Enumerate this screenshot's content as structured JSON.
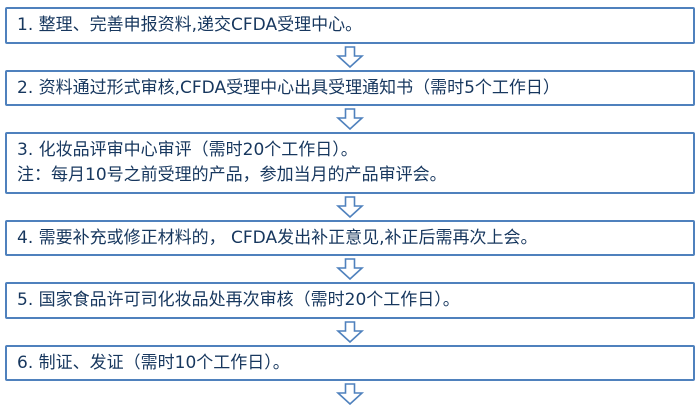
{
  "diagram": {
    "type": "flowchart",
    "title": "",
    "colors": {
      "box_border": "#4F81BD",
      "text": "#17375E",
      "arrow_outline": "#4F81BD",
      "arrow_fill": "#FFFFFF",
      "background": "#FFFFFF"
    },
    "steps": [
      {
        "text": "1. 整理、完善申报资料,递交CFDA受理中心。"
      },
      {
        "text": "2. 资料通过形式审核,CFDA受理中心出具受理通知书（需时5个工作日）"
      },
      {
        "text": "3. 化妆品评审中心审评（需时20个工作日）。",
        "note": "注：每月10号之前受理的产品，参加当月的产品审评会。"
      },
      {
        "text": "4.  需要补充或修正材料的， CFDA发出补正意见,补正后需再次上会。"
      },
      {
        "text": "5. 国家食品许可司化妆品处再次审核（需时20个工作日）。"
      },
      {
        "text": "6. 制证、发证（需时10个工作日）。"
      }
    ],
    "connector": "down-block-arrow"
  }
}
